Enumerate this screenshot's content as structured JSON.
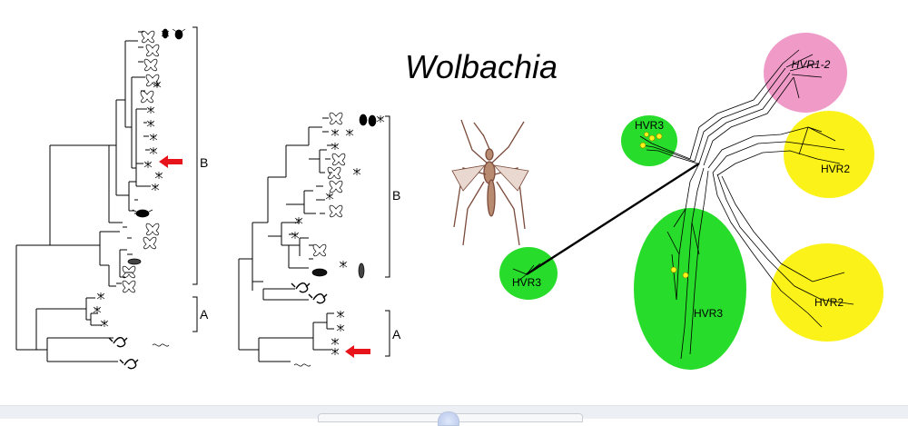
{
  "title": "Wolbachia",
  "tree1": {
    "clade_b": "B",
    "clade_a": "A"
  },
  "tree2": {
    "clade_b": "B",
    "clade_a": "A"
  },
  "network": {
    "groups": [
      {
        "id": "hvr12",
        "label": "HVR1-2",
        "italic": true,
        "color": "#f09ac7"
      },
      {
        "id": "hvr3a",
        "label": "HVR3",
        "italic": false,
        "color": "#27dc2a"
      },
      {
        "id": "hvr2a",
        "label": "HVR2",
        "italic": false,
        "color": "#fbf21a"
      },
      {
        "id": "hvr3b",
        "label": "HVR3",
        "italic": false,
        "color": "#27dc2a"
      },
      {
        "id": "hvr3c",
        "label": "HVR3",
        "italic": false,
        "color": "#27dc2a"
      },
      {
        "id": "hvr2b",
        "label": "HVR2",
        "italic": false,
        "color": "#fbf21a"
      }
    ]
  },
  "colors": {
    "arrow": "#e8141b",
    "mosquito": "#7a4a3a",
    "line": "#000000"
  }
}
